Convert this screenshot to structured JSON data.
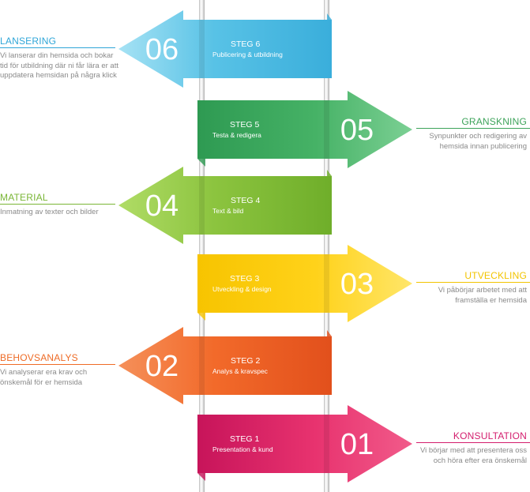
{
  "steps": [
    {
      "num": "01",
      "steg": "STEG 1",
      "sub": "Presentation & kund",
      "label": "KONSULTATION",
      "desc": "Vi börjar med att presentera oss\noch höra efter era önskemål",
      "side": "right",
      "c1": "#e8336f",
      "c2": "#c7145a",
      "c3": "#f15b8a",
      "lc": "#d31d6d"
    },
    {
      "num": "02",
      "steg": "STEG 2",
      "sub": "Analys & kravspec",
      "label": "BEHOVSANALYS",
      "desc": "Vi analyserar era krav och\nönskemål för er hemsida",
      "side": "left",
      "c1": "#f26a2a",
      "c2": "#e2501c",
      "c3": "#f5905a",
      "lc": "#ee6b26"
    },
    {
      "num": "03",
      "steg": "STEG 3",
      "sub": "Utveckling & design",
      "label": "UTVECKLING",
      "desc": "Vi påbörjar arbetet med att\nframställa er hemsida",
      "side": "right",
      "c1": "#ffd21a",
      "c2": "#f7c400",
      "c3": "#ffe66a",
      "lc": "#f2c400"
    },
    {
      "num": "04",
      "steg": "STEG 4",
      "sub": "Text & bild",
      "label": "MATERIAL",
      "desc": "Inmatning av texter och bilder",
      "side": "left",
      "c1": "#8cc43f",
      "c2": "#6fae2a",
      "c3": "#b0dc66",
      "lc": "#7ab636"
    },
    {
      "num": "05",
      "steg": "STEG 5",
      "sub": "Testa & redigera",
      "label": "GRANSKNING",
      "desc": "Synpunkter och redigering av\nhemsida innan publicering",
      "side": "right",
      "c1": "#46b266",
      "c2": "#2e9a52",
      "c3": "#7cd094",
      "lc": "#3da35a"
    },
    {
      "num": "06",
      "steg": "STEG 6",
      "sub": "Publicering & utbildning",
      "label": "LANSERING",
      "desc": "Vi lanserar din hemsida och bokar\ntid för utbildning där ni får lära er att\nuppdatera hemsidan på några klick",
      "side": "left",
      "c1": "#58c2e6",
      "c2": "#3aaedb",
      "c3": "#a6e2f4",
      "lc": "#2fa6d8"
    }
  ]
}
